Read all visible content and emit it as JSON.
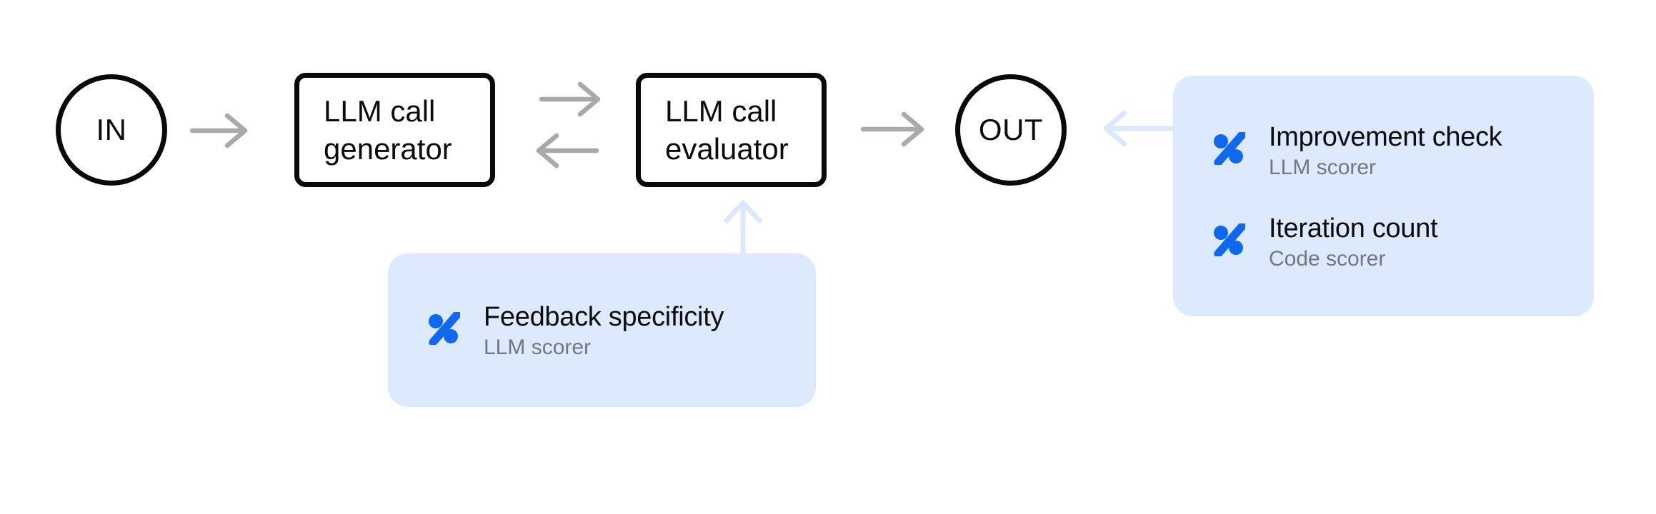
{
  "diagram": {
    "nodes": {
      "input": {
        "label": "IN"
      },
      "generator": {
        "lines": [
          "LLM call",
          "generator"
        ]
      },
      "evaluator": {
        "lines": [
          "LLM call",
          "evaluator"
        ]
      },
      "output": {
        "label": "OUT"
      }
    },
    "arrows": [
      {
        "name": "in-to-generator",
        "direction": "right",
        "style": "gray"
      },
      {
        "name": "generator-to-evaluator",
        "direction": "right",
        "style": "gray"
      },
      {
        "name": "evaluator-to-generator",
        "direction": "left",
        "style": "gray"
      },
      {
        "name": "evaluator-to-out",
        "direction": "right",
        "style": "gray"
      },
      {
        "name": "output-scorers-to-out",
        "direction": "left",
        "style": "light-blue"
      },
      {
        "name": "feedback-scorer-to-evaluator",
        "direction": "up",
        "style": "light-blue"
      }
    ],
    "scorer_panels": {
      "output_scorers": {
        "items": [
          {
            "icon": "percent-scorer-icon",
            "title": "Improvement check",
            "subtitle": "LLM scorer"
          },
          {
            "icon": "percent-scorer-icon",
            "title": "Iteration count",
            "subtitle": "Code scorer"
          }
        ]
      },
      "feedback_scorer": {
        "items": [
          {
            "icon": "percent-scorer-icon",
            "title": "Feedback specificity",
            "subtitle": "LLM scorer"
          }
        ]
      }
    }
  },
  "colors": {
    "background": "#ffffff",
    "node_stroke": "#0a0a0a",
    "node_text": "#0c0c0c",
    "flow_arrow": "#a9a9a9",
    "scorer_arrow": "#dbe7fb",
    "scorer_panel_bg": "#dde9fc",
    "scorer_icon_blue": "#1168f0",
    "title_text": "#0d0d0d",
    "subtitle_text": "#73787f"
  }
}
